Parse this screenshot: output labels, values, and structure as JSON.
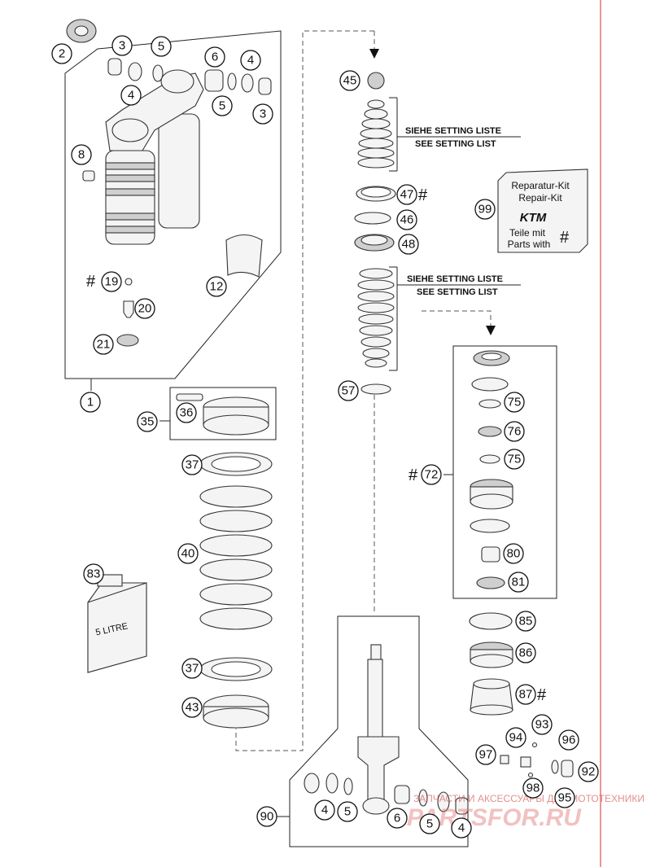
{
  "callouts": {
    "c1": "1",
    "c2": "2",
    "c3a": "3",
    "c3b": "3",
    "c4a": "4",
    "c4b": "4",
    "c5a": "5",
    "c5b": "5",
    "c6": "6",
    "c8": "8",
    "c12": "12",
    "c19": "19",
    "c20": "20",
    "c21": "21",
    "c35": "35",
    "c36": "36",
    "c37a": "37",
    "c37b": "37",
    "c40": "40",
    "c43": "43",
    "c45": "45",
    "c46": "46",
    "c47": "47",
    "c48": "48",
    "c57": "57",
    "c72": "72",
    "c75a": "75",
    "c75b": "75",
    "c76": "76",
    "c80": "80",
    "c81": "81",
    "c83": "83",
    "c85": "85",
    "c86": "86",
    "c87": "87",
    "c90": "90",
    "c92": "92",
    "c93": "93",
    "c94": "94",
    "c95": "95",
    "c96": "96",
    "c97": "97",
    "c98": "98",
    "c99": "99",
    "c4c": "4",
    "c5c": "5",
    "c6b": "6",
    "c5d": "5",
    "c4d": "4"
  },
  "markers": {
    "hash": "#"
  },
  "setting_notes": {
    "top_de": "SIEHE SETTING LISTE",
    "top_en": "SEE SETTING LIST",
    "bottom_de": "SIEHE SETTING LISTE",
    "bottom_en": "SEE SETTING LIST"
  },
  "repair_kit": {
    "line1": "Reparatur-Kit",
    "line2": "Repair-Kit",
    "brand": "KTM",
    "line3": "Teile mit",
    "line4": "Parts with"
  },
  "oil_can": {
    "label": "5 LITRE"
  },
  "watermark": {
    "small": "ЗАПЧАСТИ И АКСЕССУАРЫ ДЛЯ МОТОТЕХНИКИ",
    "big": "PARTSFOR.RU"
  },
  "colors": {
    "accent_line": "#e05050",
    "watermark": "#cc3333"
  }
}
